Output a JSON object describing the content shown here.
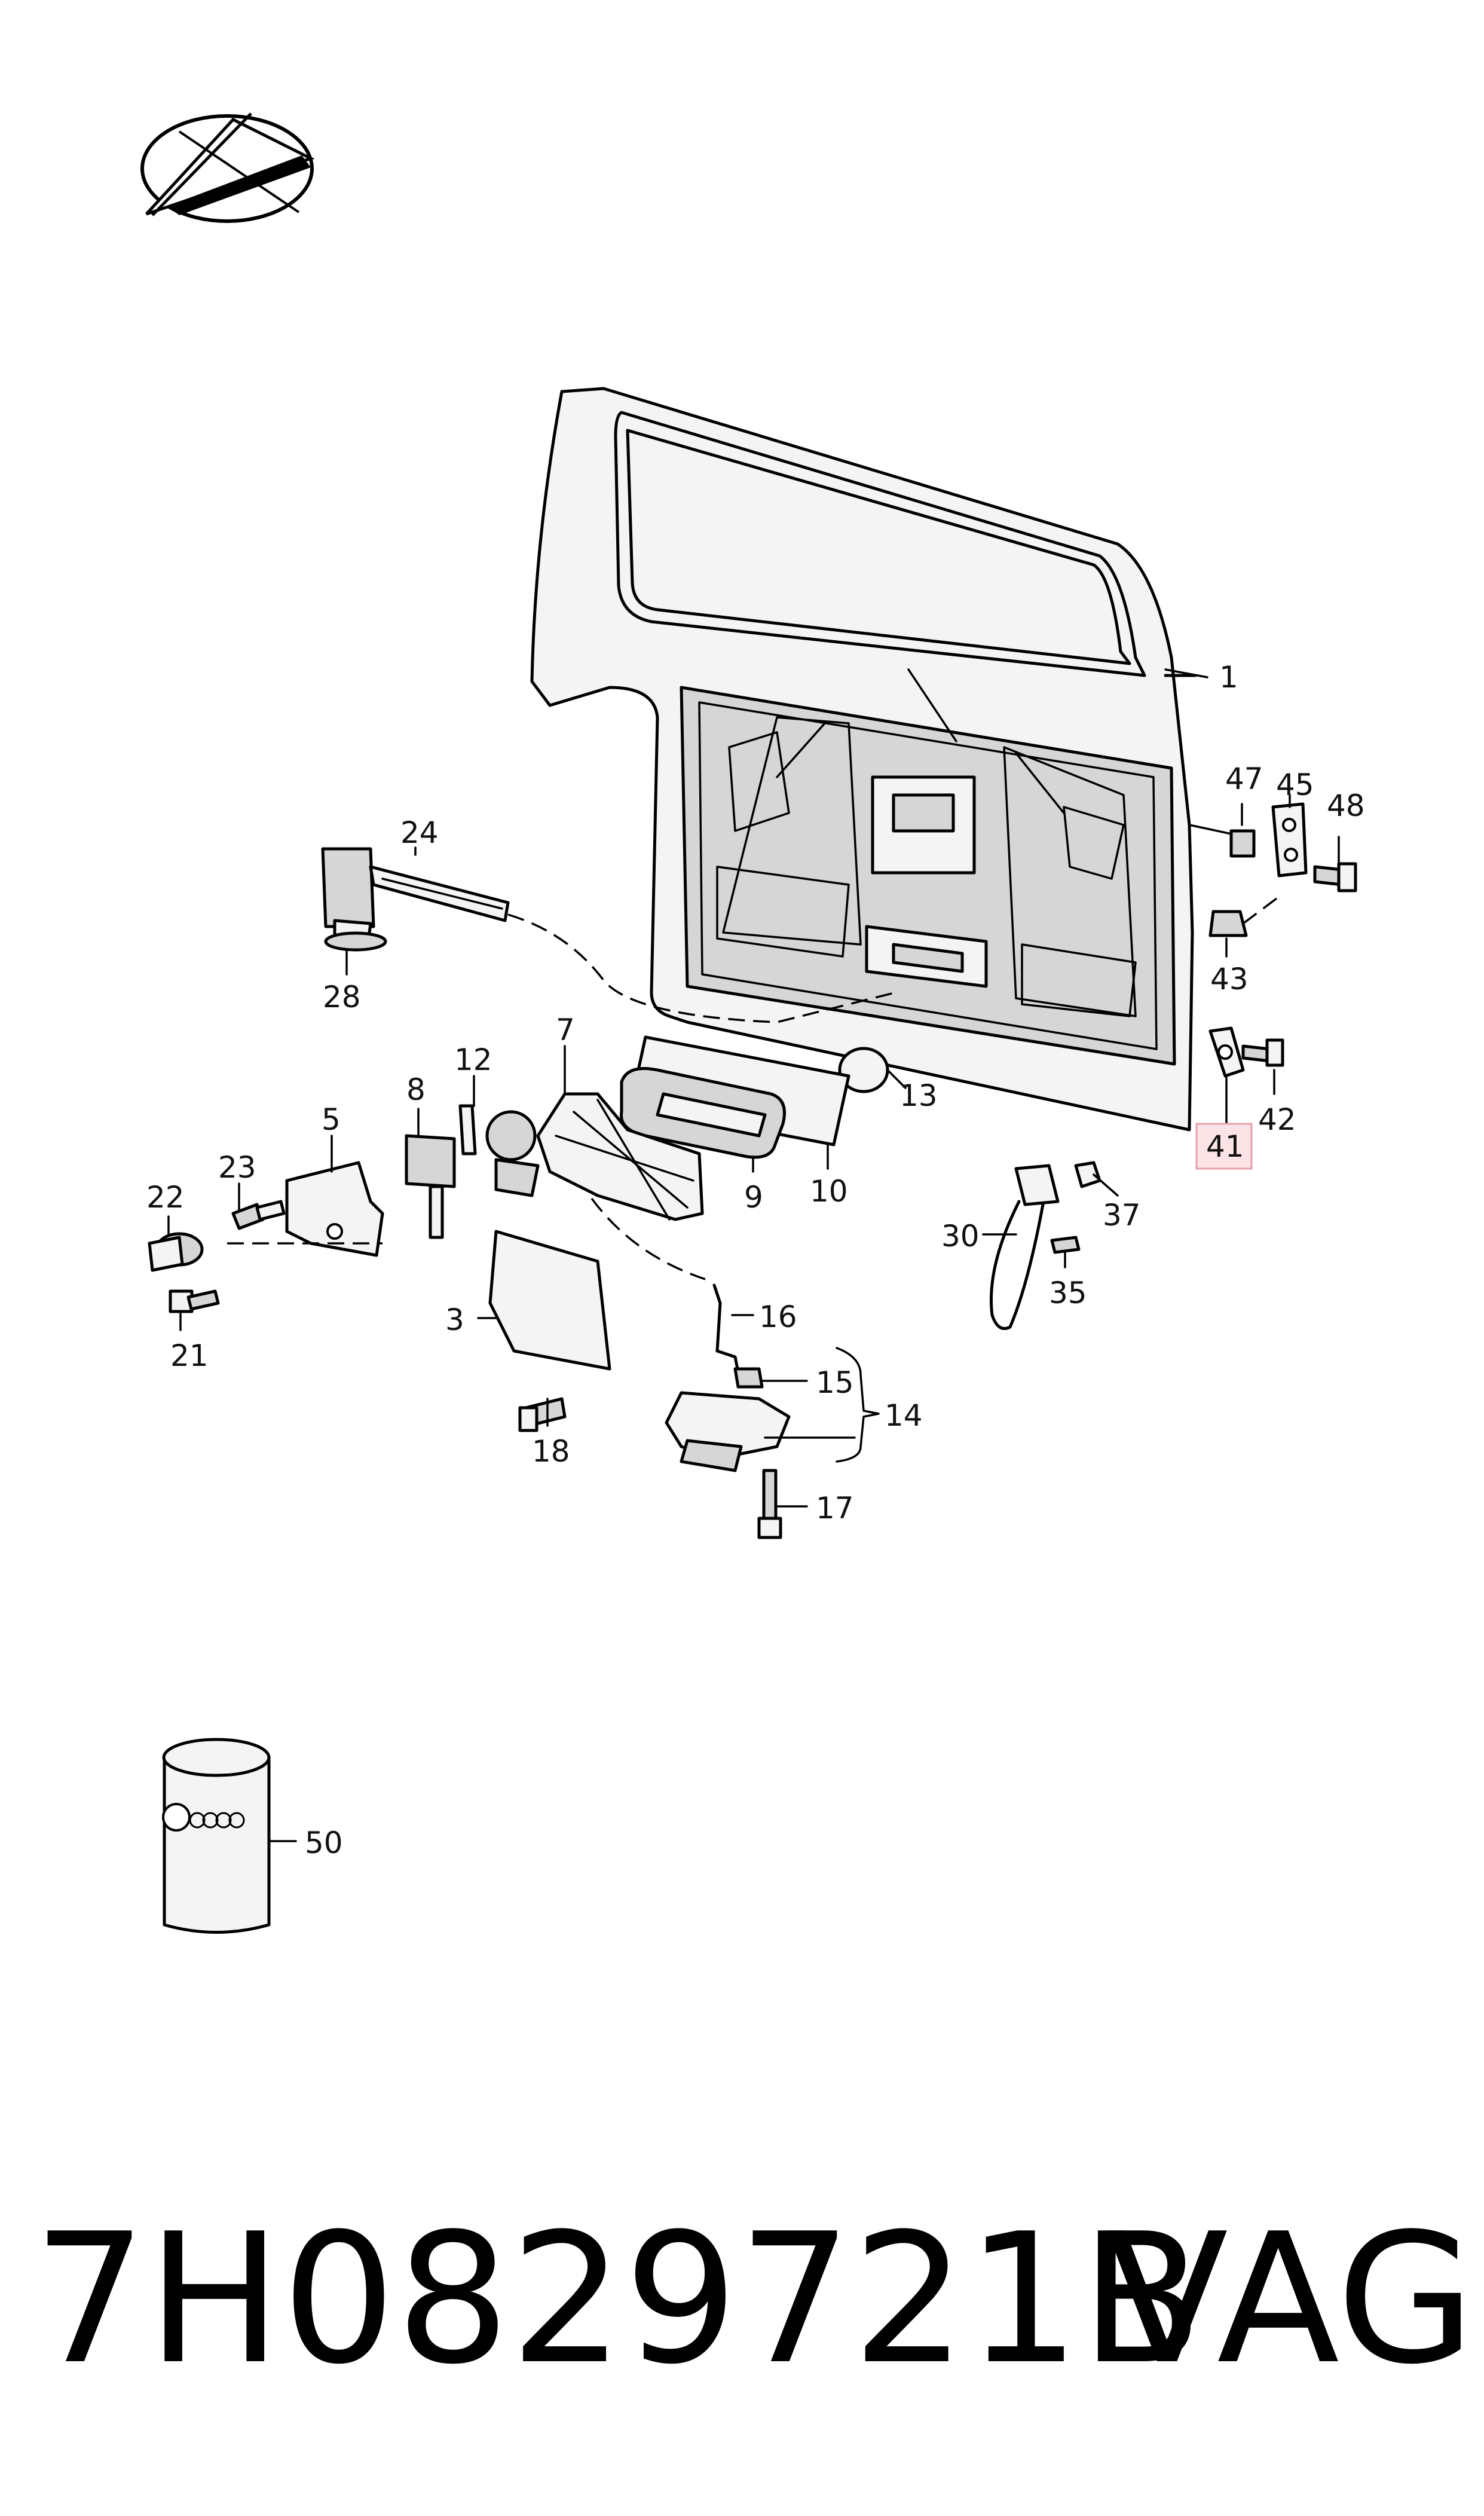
{
  "diagram": {
    "part_labels": [
      "1",
      "47",
      "45",
      "48",
      "43",
      "24",
      "28",
      "42",
      "41",
      "12",
      "7",
      "8",
      "5",
      "13",
      "23",
      "22",
      "9",
      "10",
      "37",
      "30",
      "35",
      "21",
      "3",
      "16",
      "15",
      "14",
      "18",
      "17",
      "50"
    ],
    "highlighted_label": "41",
    "highlight_color": "#fbe3e6",
    "footer": {
      "part_number": "7H0829721B",
      "brand": "VAG"
    }
  }
}
